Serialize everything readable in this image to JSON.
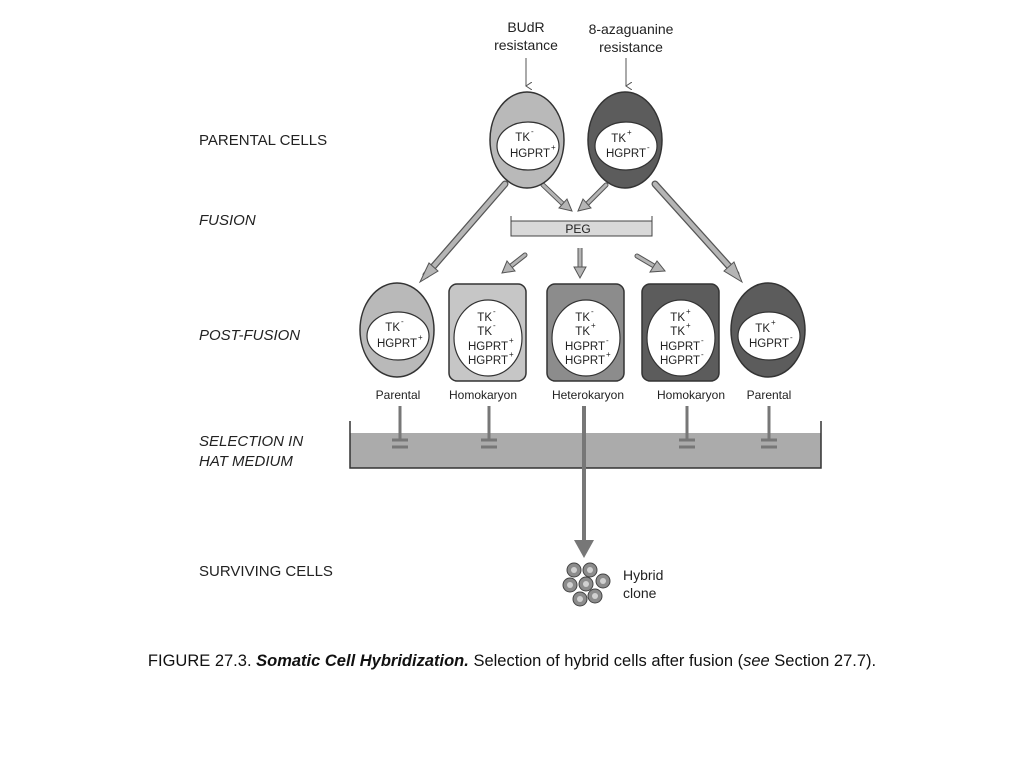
{
  "colors": {
    "light_gray": "#b9b9b9",
    "dark_gray": "#5c5c5c",
    "mid_gray": "#8c8c8c",
    "peg_fill": "#d9d9d9",
    "medium_fill": "#ababab",
    "arrow_fill": "#b5b5b5",
    "white": "#ffffff"
  },
  "top_labels": {
    "budr_line1": "BUdR",
    "budr_line2": "resistance",
    "aza_line1": "8-azaguanine",
    "aza_line2": "resistance"
  },
  "stages": {
    "parental": "PARENTAL CELLS",
    "fusion": "FUSION",
    "post_fusion": "POST-FUSION",
    "selection_line1": "SELECTION IN",
    "selection_line2": "HAT MEDIUM",
    "surviving": "SURVIVING CELLS"
  },
  "peg_label": "PEG",
  "genes": {
    "tk": "TK",
    "hgprt": "HGPRT",
    "plus": "+",
    "minus": "-"
  },
  "cell_labels": {
    "parental_left": "Parental",
    "homokaryon_left": "Homokaryon",
    "heterokaryon": "Heterokaryon",
    "homokaryon_right": "Homokaryon",
    "parental_right": "Parental"
  },
  "hybrid": {
    "line1": "Hybrid",
    "line2": "clone"
  },
  "caption": {
    "prefix": "FIGURE 27.3.",
    "title": "Somatic Cell Hybridization.",
    "text": "Selection of hybrid cells after fusion (",
    "see": "see",
    "suffix": "Section 27.7)."
  }
}
